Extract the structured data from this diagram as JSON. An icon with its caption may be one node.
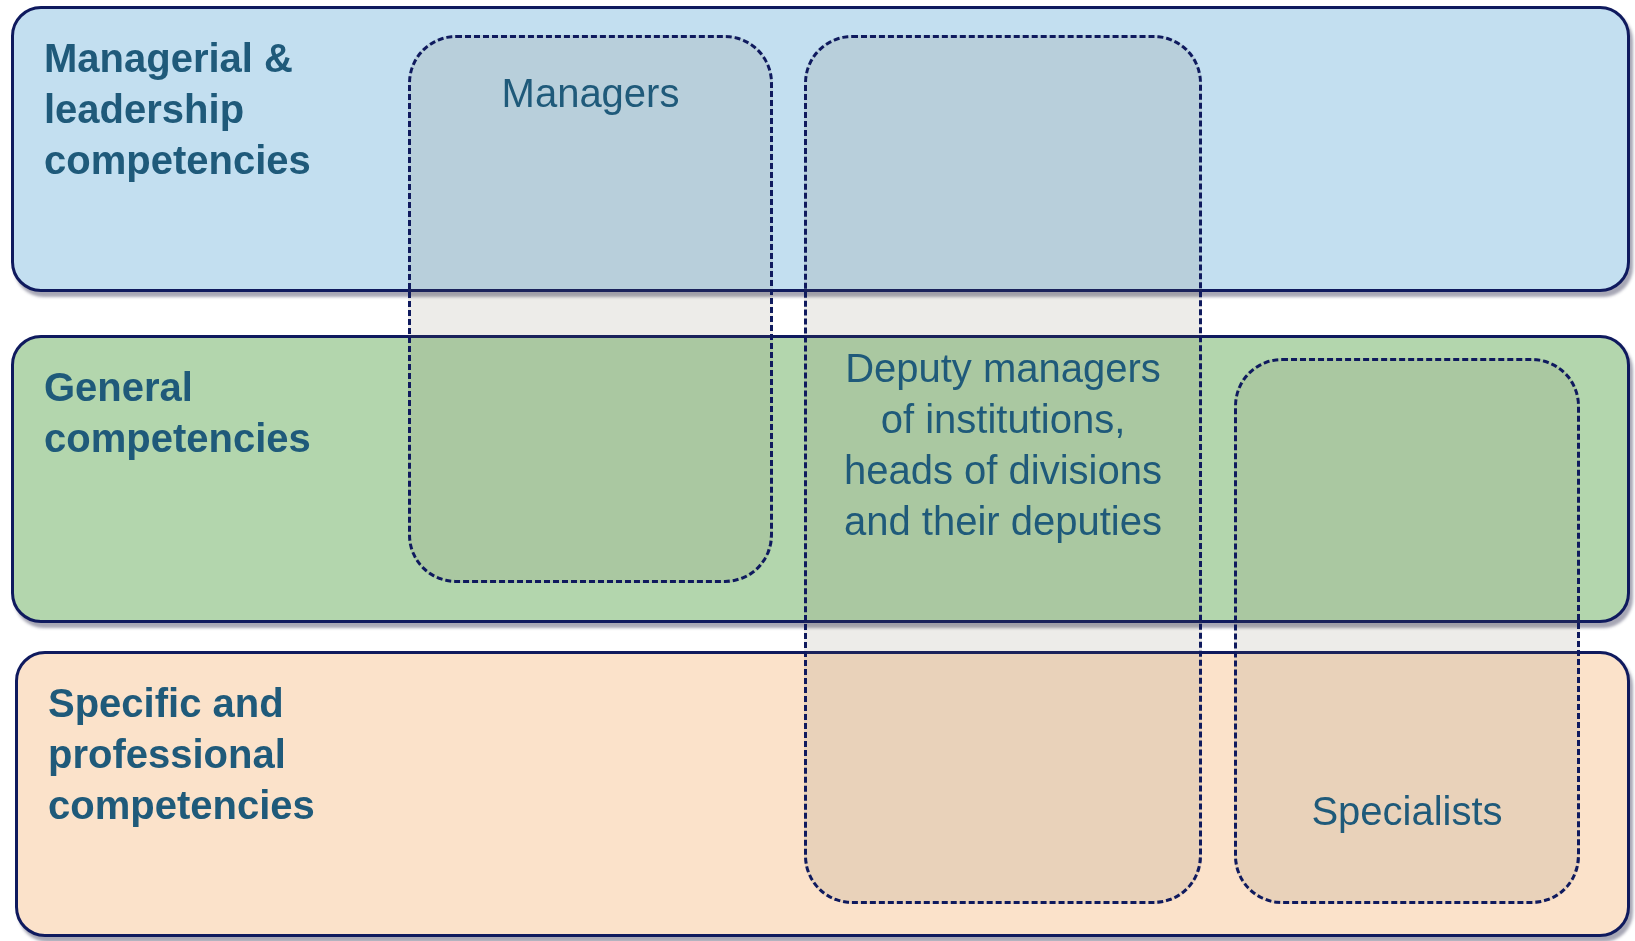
{
  "diagram": {
    "nodes": [
      {
        "text": [
          "Managerial & leadership competencies"
        ]
      },
      {
        "text": [
          "General competencies"
        ]
      },
      {
        "text": [
          "Specific and professional competencies"
        ]
      },
      {
        "text": [
          "Managers"
        ]
      },
      {
        "text": [
          "Deputy managers of institutions, heads of divisions and their deputies"
        ]
      },
      {
        "text": [
          "Specialists"
        ]
      }
    ]
  }
}
